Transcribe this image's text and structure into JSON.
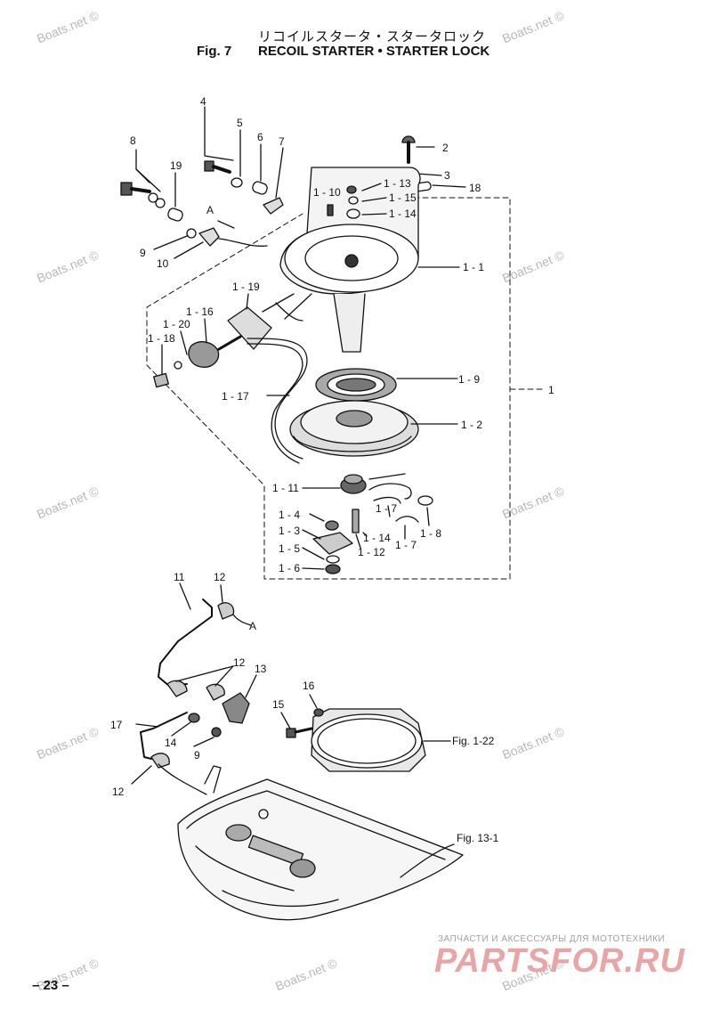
{
  "header": {
    "title_jp": "リコイルスタータ・スタータロック",
    "fig_number": "Fig. 7",
    "title_en": "RECOIL STARTER • STARTER LOCK"
  },
  "watermark_text": "Boats.net ©",
  "page_number": "– 23 –",
  "brand": {
    "tagline": "ЗАПЧАСТИ И АКСЕССУАРЫ ДЛЯ МОТОТЕХНИКИ",
    "logo": "PARTSFOR.RU"
  },
  "parts": {
    "p8": "8",
    "p4": "4",
    "p5": "5",
    "p6": "6",
    "p7": "7",
    "p19": "19",
    "p9a": "9",
    "p10": "10",
    "pA1": "A",
    "p2": "2",
    "p3": "3",
    "p18": "18",
    "p1_10": "1 - 10",
    "p1_13": "1 - 13",
    "p1_15": "1 - 15",
    "p1_14a": "1 - 14",
    "p1_1": "1 - 1",
    "p1_19": "1 - 19",
    "p1_16": "1 - 16",
    "p1_20": "1 - 20",
    "p1_18": "1 - 18",
    "p1_9": "1 - 9",
    "p1": "1",
    "p1_17": "1 - 17",
    "p1_2": "1 - 2",
    "p1_11": "1 - 11",
    "p1_7a": "1 - 7",
    "p1_4": "1 - 4",
    "p1_3": "1 - 3",
    "p1_14b": "1 - 14",
    "p1_8": "1 - 8",
    "p1_5": "1 - 5",
    "p1_12": "1 - 12",
    "p1_7b": "1 - 7",
    "p1_6": "1 - 6",
    "p11": "11",
    "p12a": "12",
    "pA2": "A",
    "p12b": "12",
    "p13": "13",
    "p16": "16",
    "p15": "15",
    "p17": "17",
    "p14": "14",
    "p9b": "9",
    "p12c": "12",
    "fig1_22": "Fig. 1-22",
    "fig13_1": "Fig. 13-1"
  }
}
